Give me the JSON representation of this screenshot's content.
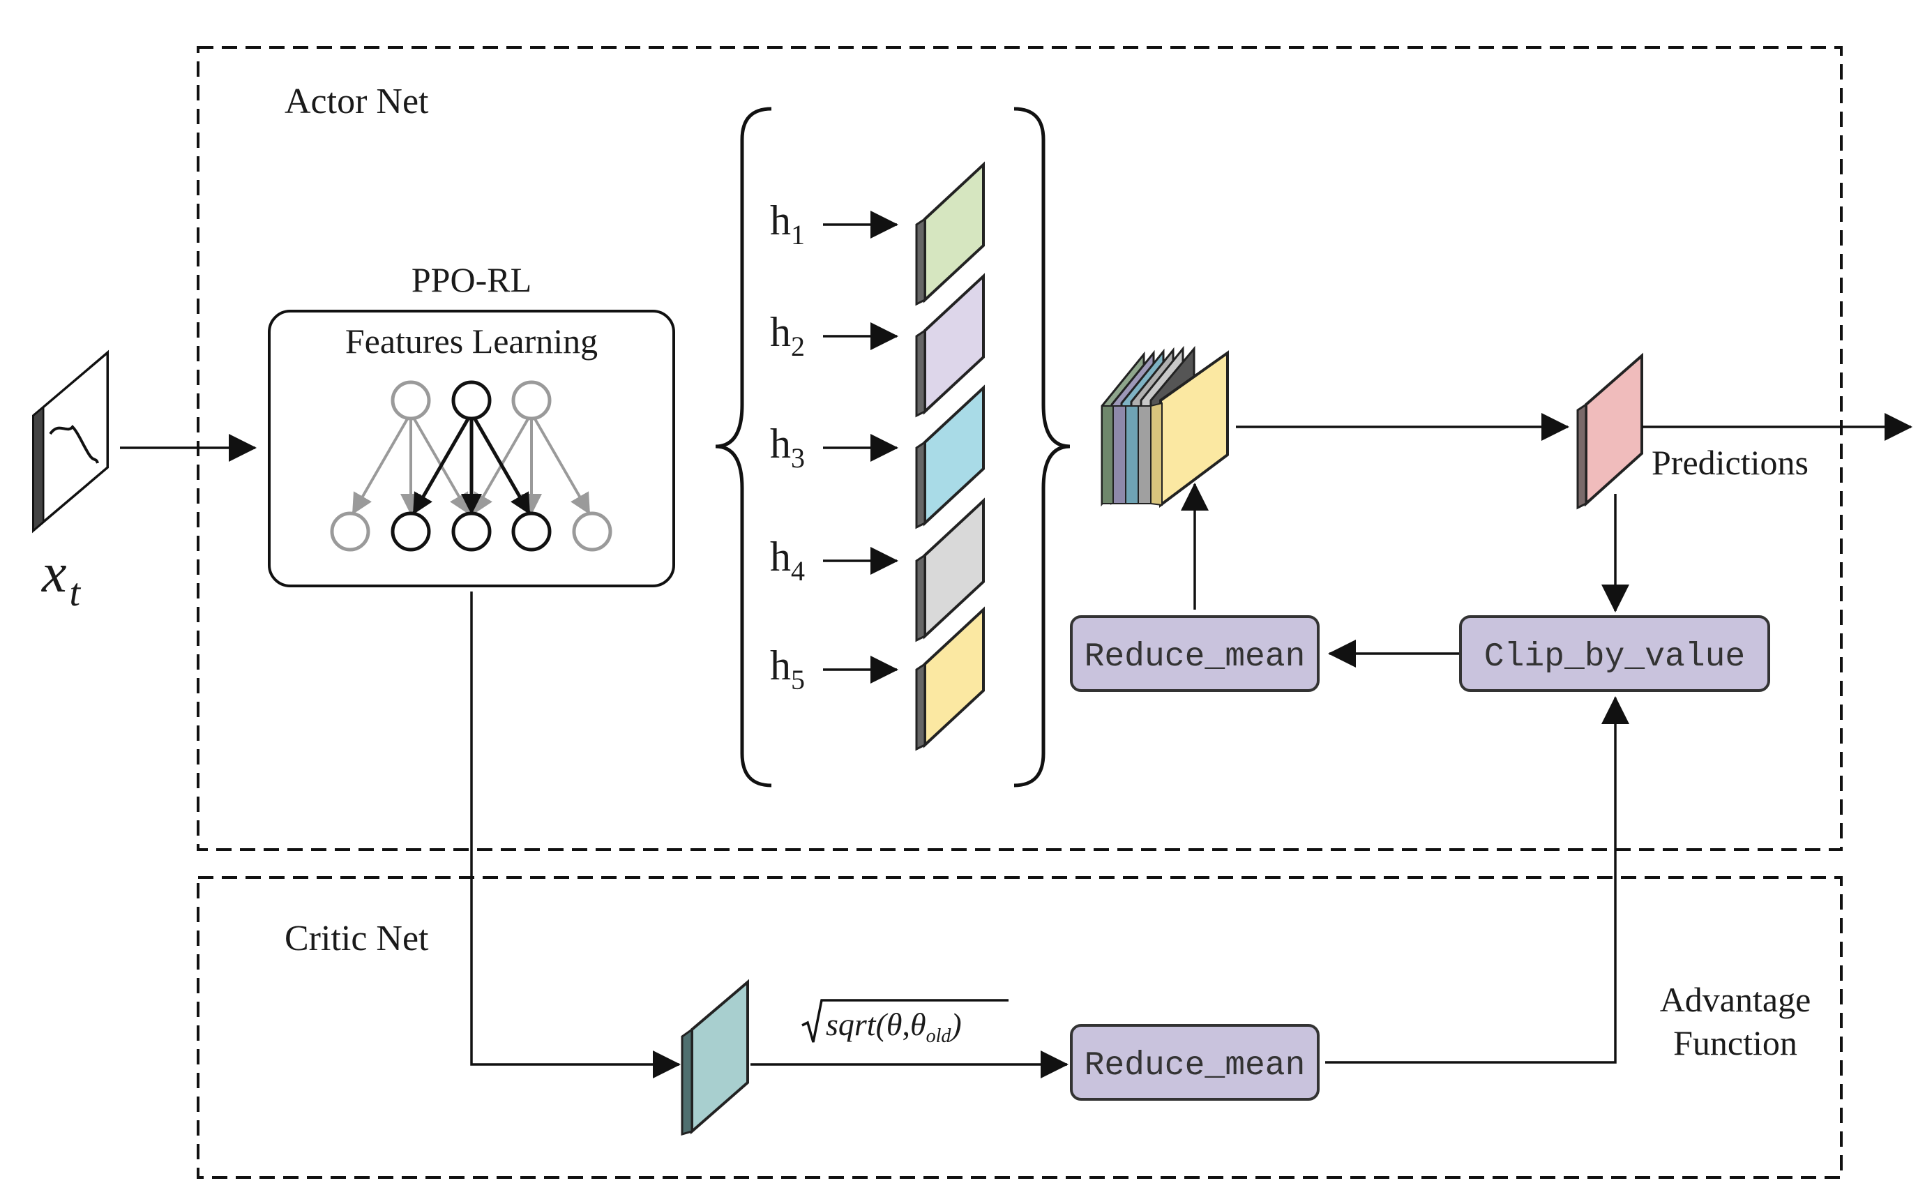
{
  "actor_net": {
    "label": "Actor Net"
  },
  "critic_net": {
    "label": "Critic Net"
  },
  "input": {
    "label": "x",
    "subscript": "t"
  },
  "ppo": {
    "title": "PPO-RL",
    "box_label": "Features Learning"
  },
  "hidden": [
    {
      "base": "h",
      "sub": "1",
      "color": "#d6e6c0"
    },
    {
      "base": "h",
      "sub": "2",
      "color": "#ddd6ea"
    },
    {
      "base": "h",
      "sub": "3",
      "color": "#a9dbe7"
    },
    {
      "base": "h",
      "sub": "4",
      "color": "#d9d9d9"
    },
    {
      "base": "h",
      "sub": "5",
      "color": "#fbe8a2"
    }
  ],
  "predictions": {
    "label": "Predictions",
    "color": "#f0bcbc"
  },
  "clip": {
    "label": "Clip_by_value",
    "color": "#c9c3dd"
  },
  "reduce_actor": {
    "label": "Reduce_mean",
    "color": "#c9c3dd"
  },
  "reduce_critic": {
    "label": "Reduce_mean",
    "color": "#c9c3dd"
  },
  "advantage": {
    "line1": "Advantage",
    "line2": "Function"
  },
  "sqrt_formula": {
    "func": "sqrt(",
    "theta": "θ",
    "comma": ",",
    "sub": "old",
    "close": ")"
  },
  "critic_layer": {
    "color": "#a8cfcf"
  },
  "stack_front": {
    "color": "#fbe8a2"
  },
  "colors": {
    "line": "#111111",
    "box_fill": "#c9c3dd",
    "box_stroke": "#333333",
    "neuron_active": "#111111",
    "neuron_inactive": "#999999"
  }
}
